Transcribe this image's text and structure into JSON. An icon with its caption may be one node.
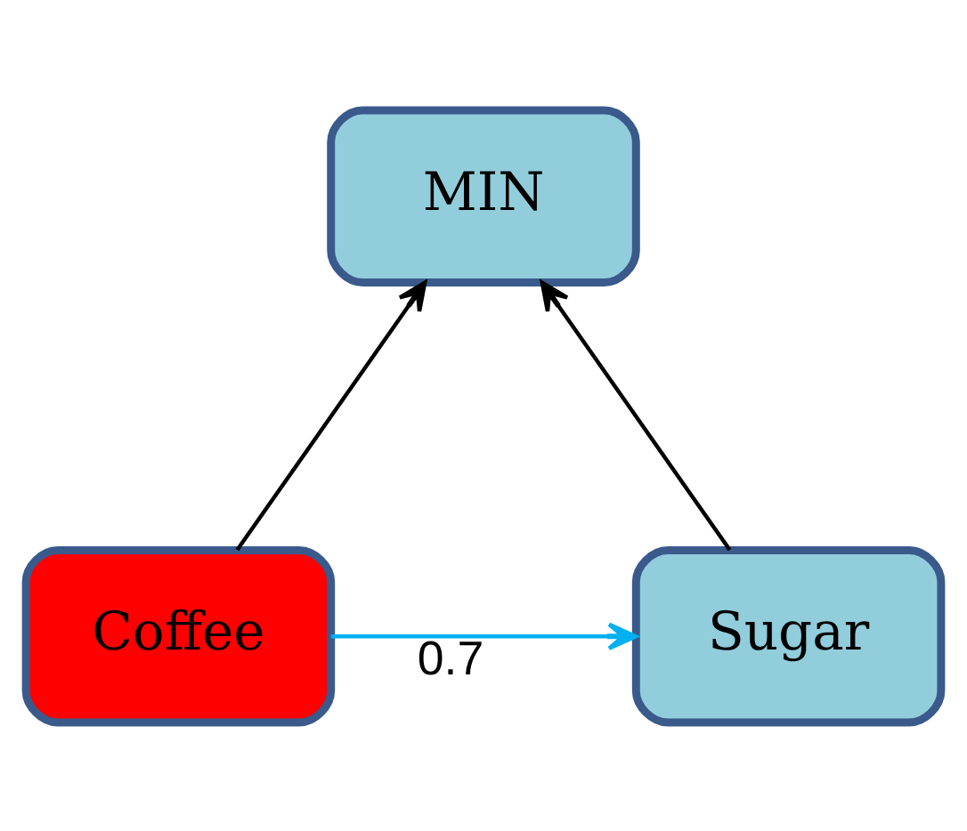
{
  "diagram": {
    "nodes": [
      {
        "text": [
          "MIN"
        ]
      },
      {
        "text": [
          "Coffee"
        ]
      },
      {
        "text": [
          "Sugar"
        ]
      }
    ],
    "edges": [
      {
        "from": 1,
        "to": 0,
        "arrow": "to"
      },
      {
        "from": 2,
        "to": 0,
        "arrow": "to"
      },
      {
        "from": 1,
        "to": 2,
        "arrow": "to",
        "label": "0.7",
        "color": "#00b0f0"
      }
    ]
  }
}
